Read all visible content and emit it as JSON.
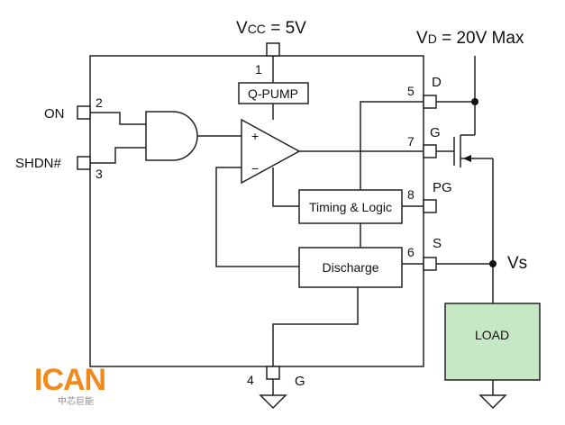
{
  "supply": {
    "vcc_prefix": "V",
    "vcc_sub": "CC",
    "vcc_value": " = 5V",
    "vd_prefix": "V",
    "vd_sub": "D",
    "vd_value": " = 20V Max"
  },
  "pins": {
    "p1": {
      "num": "1"
    },
    "p2": {
      "num": "2",
      "name": "ON"
    },
    "p3": {
      "num": "3",
      "name": "SHDN#"
    },
    "p4": {
      "num": "4",
      "name": "G"
    },
    "p5": {
      "num": "5",
      "name": "D"
    },
    "p6": {
      "num": "6",
      "name": "S"
    },
    "p7": {
      "num": "7",
      "name": "G"
    },
    "p8": {
      "num": "8",
      "name": "PG"
    }
  },
  "blocks": {
    "qpump": "Q-PUMP",
    "timing": "Timing & Logic",
    "discharge": "Discharge",
    "load": "LOAD"
  },
  "opamp": {
    "plus": "+",
    "minus": "−"
  },
  "vs_label": "Vs",
  "logo": {
    "brand": "ICAN",
    "tagline": "中芯巨能"
  },
  "colors": {
    "load_fill": "#c6e8c4",
    "logo_orange": "#f08a1c",
    "logo_gray": "#8c8c8c"
  }
}
